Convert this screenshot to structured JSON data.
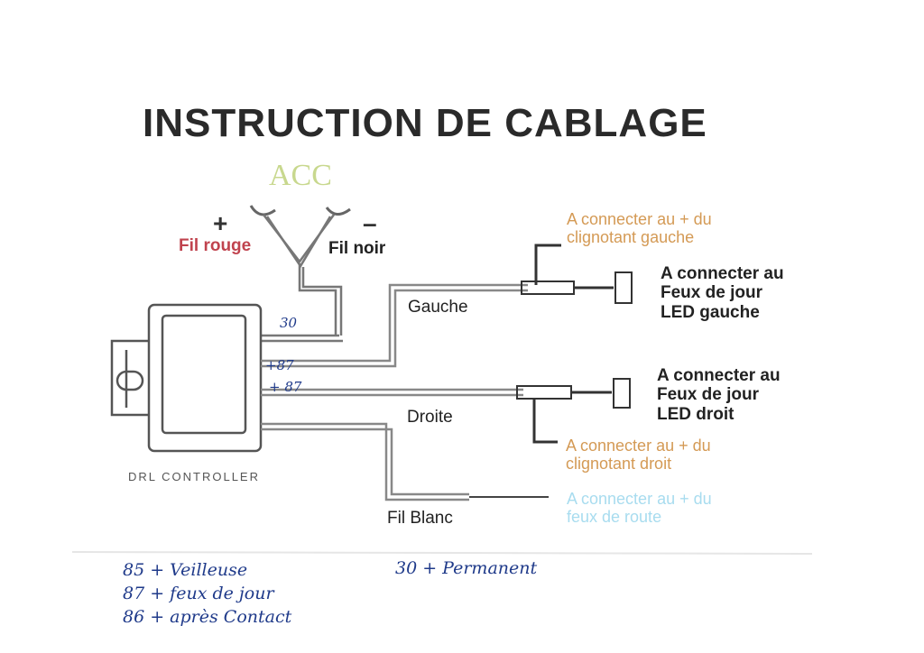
{
  "title": "INSTRUCTION DE CABLAGE",
  "acc_label": "ACC",
  "plus_sign": "+",
  "minus_sign": "–",
  "fil_rouge": "Fil rouge",
  "fil_noir": "Fil noir",
  "controller_label": "DRL CONTROLLER",
  "wires": {
    "gauche": "Gauche",
    "droite": "Droite",
    "fil_blanc": "Fil Blanc"
  },
  "annotations_left": {
    "clignotant_gauche": [
      "A connecter au + du",
      "clignotant gauche"
    ],
    "clignotant_droit": [
      "A connecter au + du",
      "clignotant droit"
    ],
    "feux_de_route": [
      "A connecter au + du",
      "feux de route"
    ]
  },
  "annotations_right": {
    "led_gauche": [
      "A connecter au",
      "Feux de jour",
      "LED gauche"
    ],
    "led_droit": [
      "A connecter au",
      "Feux de jour",
      "LED droit"
    ]
  },
  "handwritten": {
    "wire_30": "30",
    "wire_87_a": "+87",
    "wire_87_b": "+ 87",
    "legend_85": "85  + Veilleuse",
    "legend_87": "87  + feux de jour",
    "legend_86": "86  + après Contact",
    "legend_30": "30  + Permanent"
  },
  "colors": {
    "title": "#2a2a2a",
    "acc": "#c8d88e",
    "fil_rouge": "#c0434e",
    "orange_note": "#d49a55",
    "cyan_note": "#a8dcef",
    "handwriting": "#1f3a8a"
  }
}
